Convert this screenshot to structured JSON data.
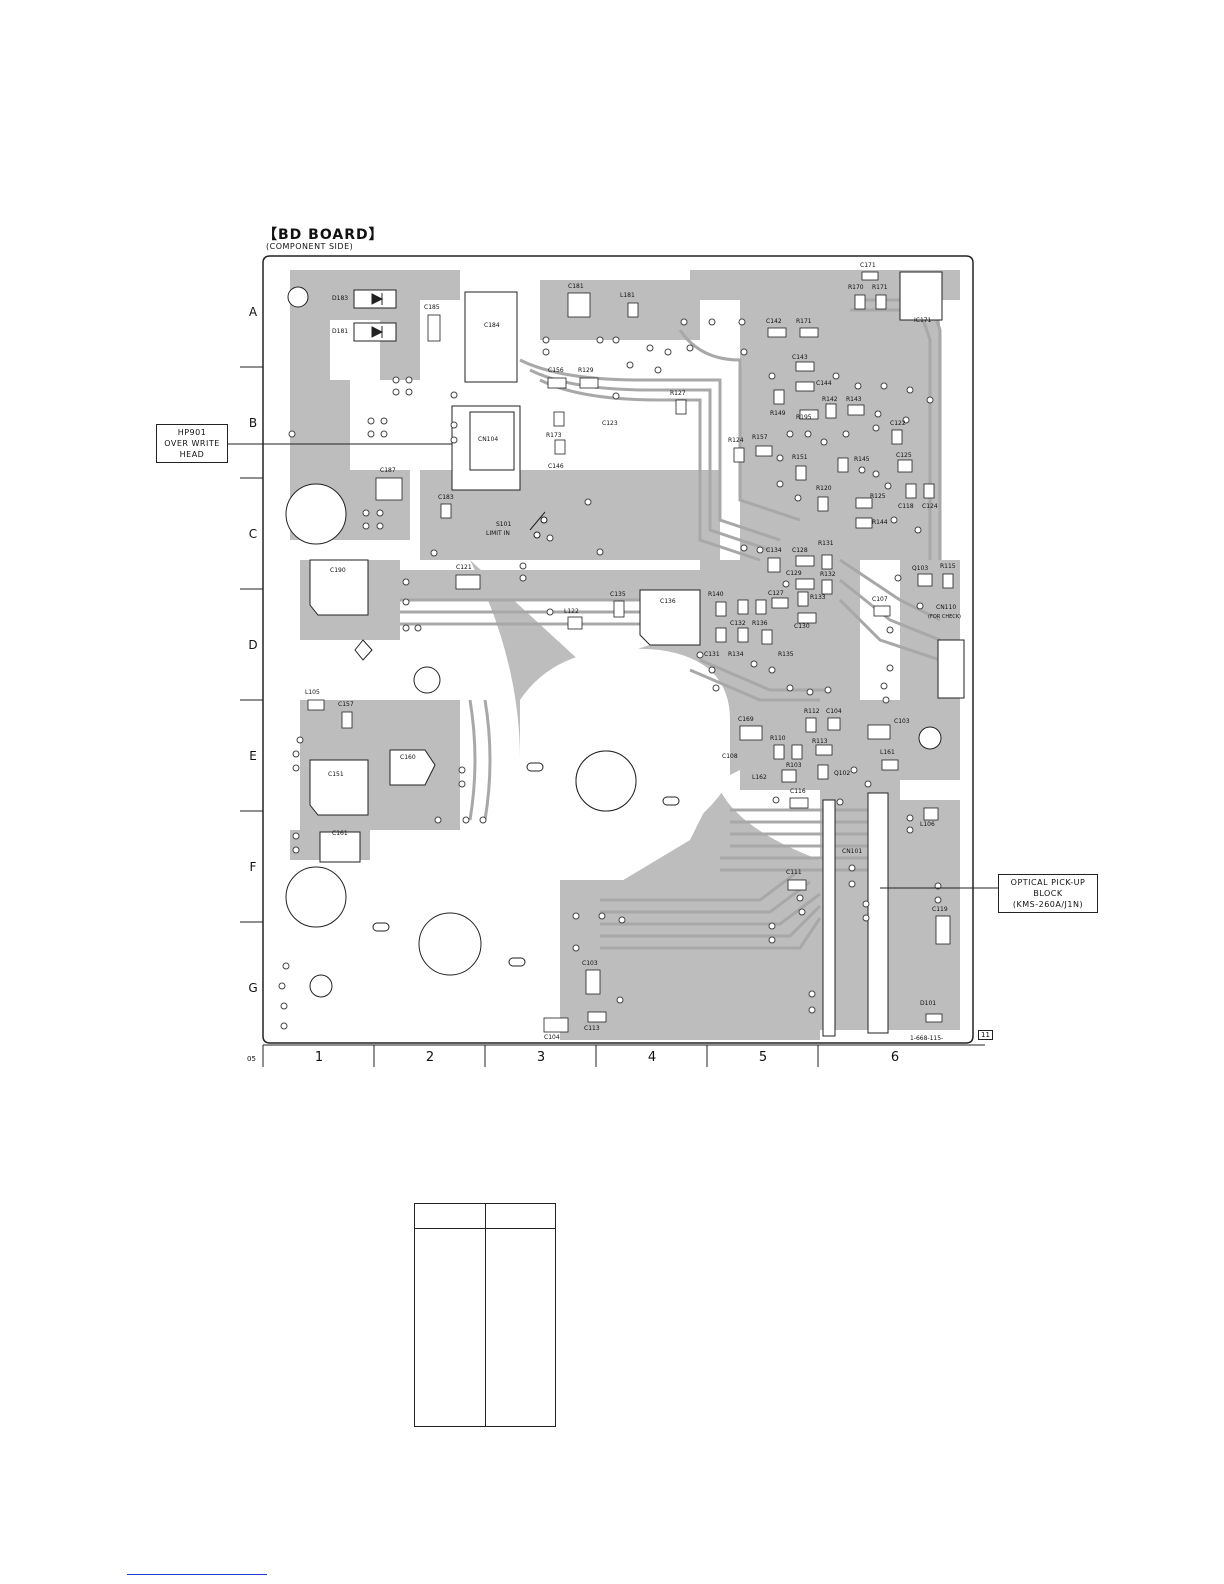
{
  "board": {
    "title": "【BD BOARD】",
    "subtitle": "(COMPONENT SIDE)",
    "part_number": "1-668-115-",
    "corner_tag": "11",
    "corner_code": "05"
  },
  "rows": [
    "A",
    "B",
    "C",
    "D",
    "E",
    "F",
    "G"
  ],
  "columns": [
    "1",
    "2",
    "3",
    "4",
    "5",
    "6"
  ],
  "callouts": {
    "hp901": [
      "HP901",
      "OVER WRITE",
      "HEAD"
    ],
    "optical": [
      "OPTICAL PICK-UP",
      "BLOCK",
      "(KMS-260A/J1N)"
    ]
  },
  "cn110": {
    "name": "CN110",
    "note": "(FOR CHECK)"
  },
  "s101": {
    "name": "S101",
    "note": "LIMIT IN"
  },
  "components": [
    "D183",
    "D181",
    "C185",
    "C184",
    "C181",
    "L181",
    "C171",
    "R170",
    "R171",
    "IC171",
    "C142",
    "R171",
    "C143",
    "C144",
    "R142",
    "R143",
    "C156",
    "R129",
    "R127",
    "C123",
    "CN104",
    "R173",
    "C146",
    "R124",
    "R157",
    "R149",
    "R195",
    "C122",
    "C125",
    "R151",
    "R145",
    "R120",
    "R125",
    "C118",
    "C124",
    "R144",
    "C187",
    "C183",
    "C134",
    "C128",
    "R131",
    "C129",
    "R132",
    "R133",
    "C127",
    "C130",
    "R140",
    "C132",
    "R136",
    "C131",
    "R134",
    "R135",
    "C107",
    "Q103",
    "R115",
    "C190",
    "C121",
    "C135",
    "C136",
    "L122",
    "L105",
    "C157",
    "C151",
    "C160",
    "C169",
    "R112",
    "C104",
    "R110",
    "R113",
    "C103",
    "C108",
    "L162",
    "R103",
    "Q102",
    "L161",
    "C116",
    "L106",
    "CN101",
    "C111",
    "C119",
    "C161",
    "C103",
    "C113",
    "C104",
    "D101"
  ]
}
